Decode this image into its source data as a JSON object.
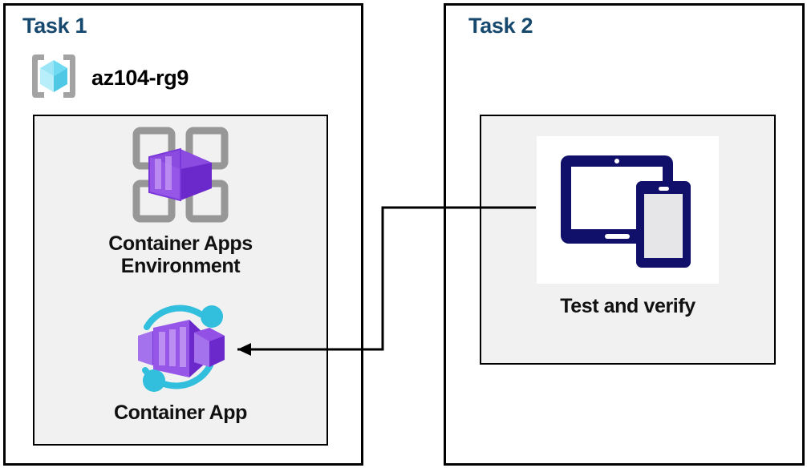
{
  "diagram": {
    "title_color": "#17496E",
    "panels": [
      {
        "id": "task1",
        "title": "Task 1"
      },
      {
        "id": "task2",
        "title": "Task 2"
      }
    ],
    "resource_group": {
      "icon": "resource-group-icon",
      "name": "az104-rg9"
    },
    "nodes": [
      {
        "id": "container-apps-environment",
        "icon": "container-apps-environment-icon",
        "label": "Container Apps\nEnvironment",
        "panel": "task1"
      },
      {
        "id": "container-app",
        "icon": "container-app-icon",
        "label": "Container App",
        "panel": "task1"
      },
      {
        "id": "test-and-verify",
        "icon": "devices-tablet-phone-icon",
        "label": "Test and verify",
        "panel": "task2"
      }
    ],
    "connector": {
      "from": "test-and-verify",
      "to": "container-app",
      "arrow_direction": "left",
      "color": "#000000"
    },
    "colors": {
      "panel_border": "#000000",
      "inner_fill": "#F1F1F1",
      "azure_purple_light": "#A067E8",
      "azure_purple_dark": "#6B29CC",
      "azure_cyan": "#32BEDD",
      "azure_cube_blue": "#9BE5F7",
      "device_navy": "#10106A",
      "grid_grey": "#979797"
    }
  }
}
